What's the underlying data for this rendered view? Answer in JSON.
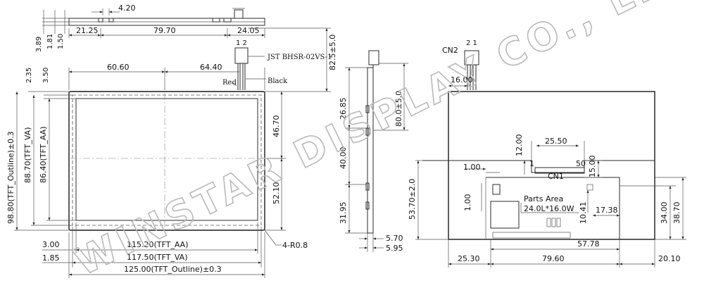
{
  "top_view_dims": {
    "d_4_20": "4.20",
    "d_21_25": "21.25",
    "d_79_70": "79.70",
    "d_24_05": "24.05",
    "d_3_89": "3.89",
    "d_1_81": "1.81",
    "d_1_50": "1.50"
  },
  "front_view_dims": {
    "d_60_60": "60.60",
    "d_64_40": "64.40",
    "d_2_35": "2.35",
    "d_3_50": "3.50",
    "d_tft_outline_v": "98.80(TFT_Outline)±0.3",
    "d_tft_va_v": "88.70(TFT_VA)",
    "d_tft_aa_v": "86.40(TFT_AA)",
    "d_46_70": "46.70",
    "d_52_10": "52.10",
    "d_3_00": "3.00",
    "d_1_85": "1.85",
    "d_tft_aa_h": "115.20(TFT_AA)",
    "d_tft_va_h": "117.50(TFT_VA)",
    "d_tft_outline_h": "125.00(TFT_Outline)±0.3",
    "corner_radius": "4-R0.8"
  },
  "connector": {
    "pins": "1 2",
    "part": "JST BHSR-02VS-1",
    "wire_red": "Red",
    "wire_black": "Black",
    "cable_len_1": "82.5±5.0"
  },
  "side_view_dims": {
    "d_26_85": "26.85",
    "d_40_00": "40.00",
    "d_31_95": "31.95",
    "d_80_0": "80.0±5.0",
    "d_5_70": "5.70",
    "d_5_95": "5.95"
  },
  "back_view": {
    "cn2_label": "CN2",
    "cn2_pins": "2 1",
    "d_16_00": "16.00",
    "d_12_00": "12.00",
    "d_25_50": "25.50",
    "pin_1": "1",
    "pin_50": "50",
    "cn1_label": "CN1",
    "d_15_00": "15.00",
    "d_1_00_h": "1.00",
    "d_1_00_v": "1.00",
    "parts_area_title": "Parts Area",
    "parts_area_size": "24.0L*16.0W",
    "d_10_41": "10.41",
    "d_17_38": "17.38",
    "d_53_70": "53.70±2.0",
    "d_34_00": "34.00",
    "d_38_70": "38.70",
    "d_57_78": "57.78",
    "d_25_30": "25.30",
    "d_79_60": "79.60",
    "d_20_10": "20.10"
  },
  "watermark": "WINSTAR DISPLAY CO., LTD."
}
